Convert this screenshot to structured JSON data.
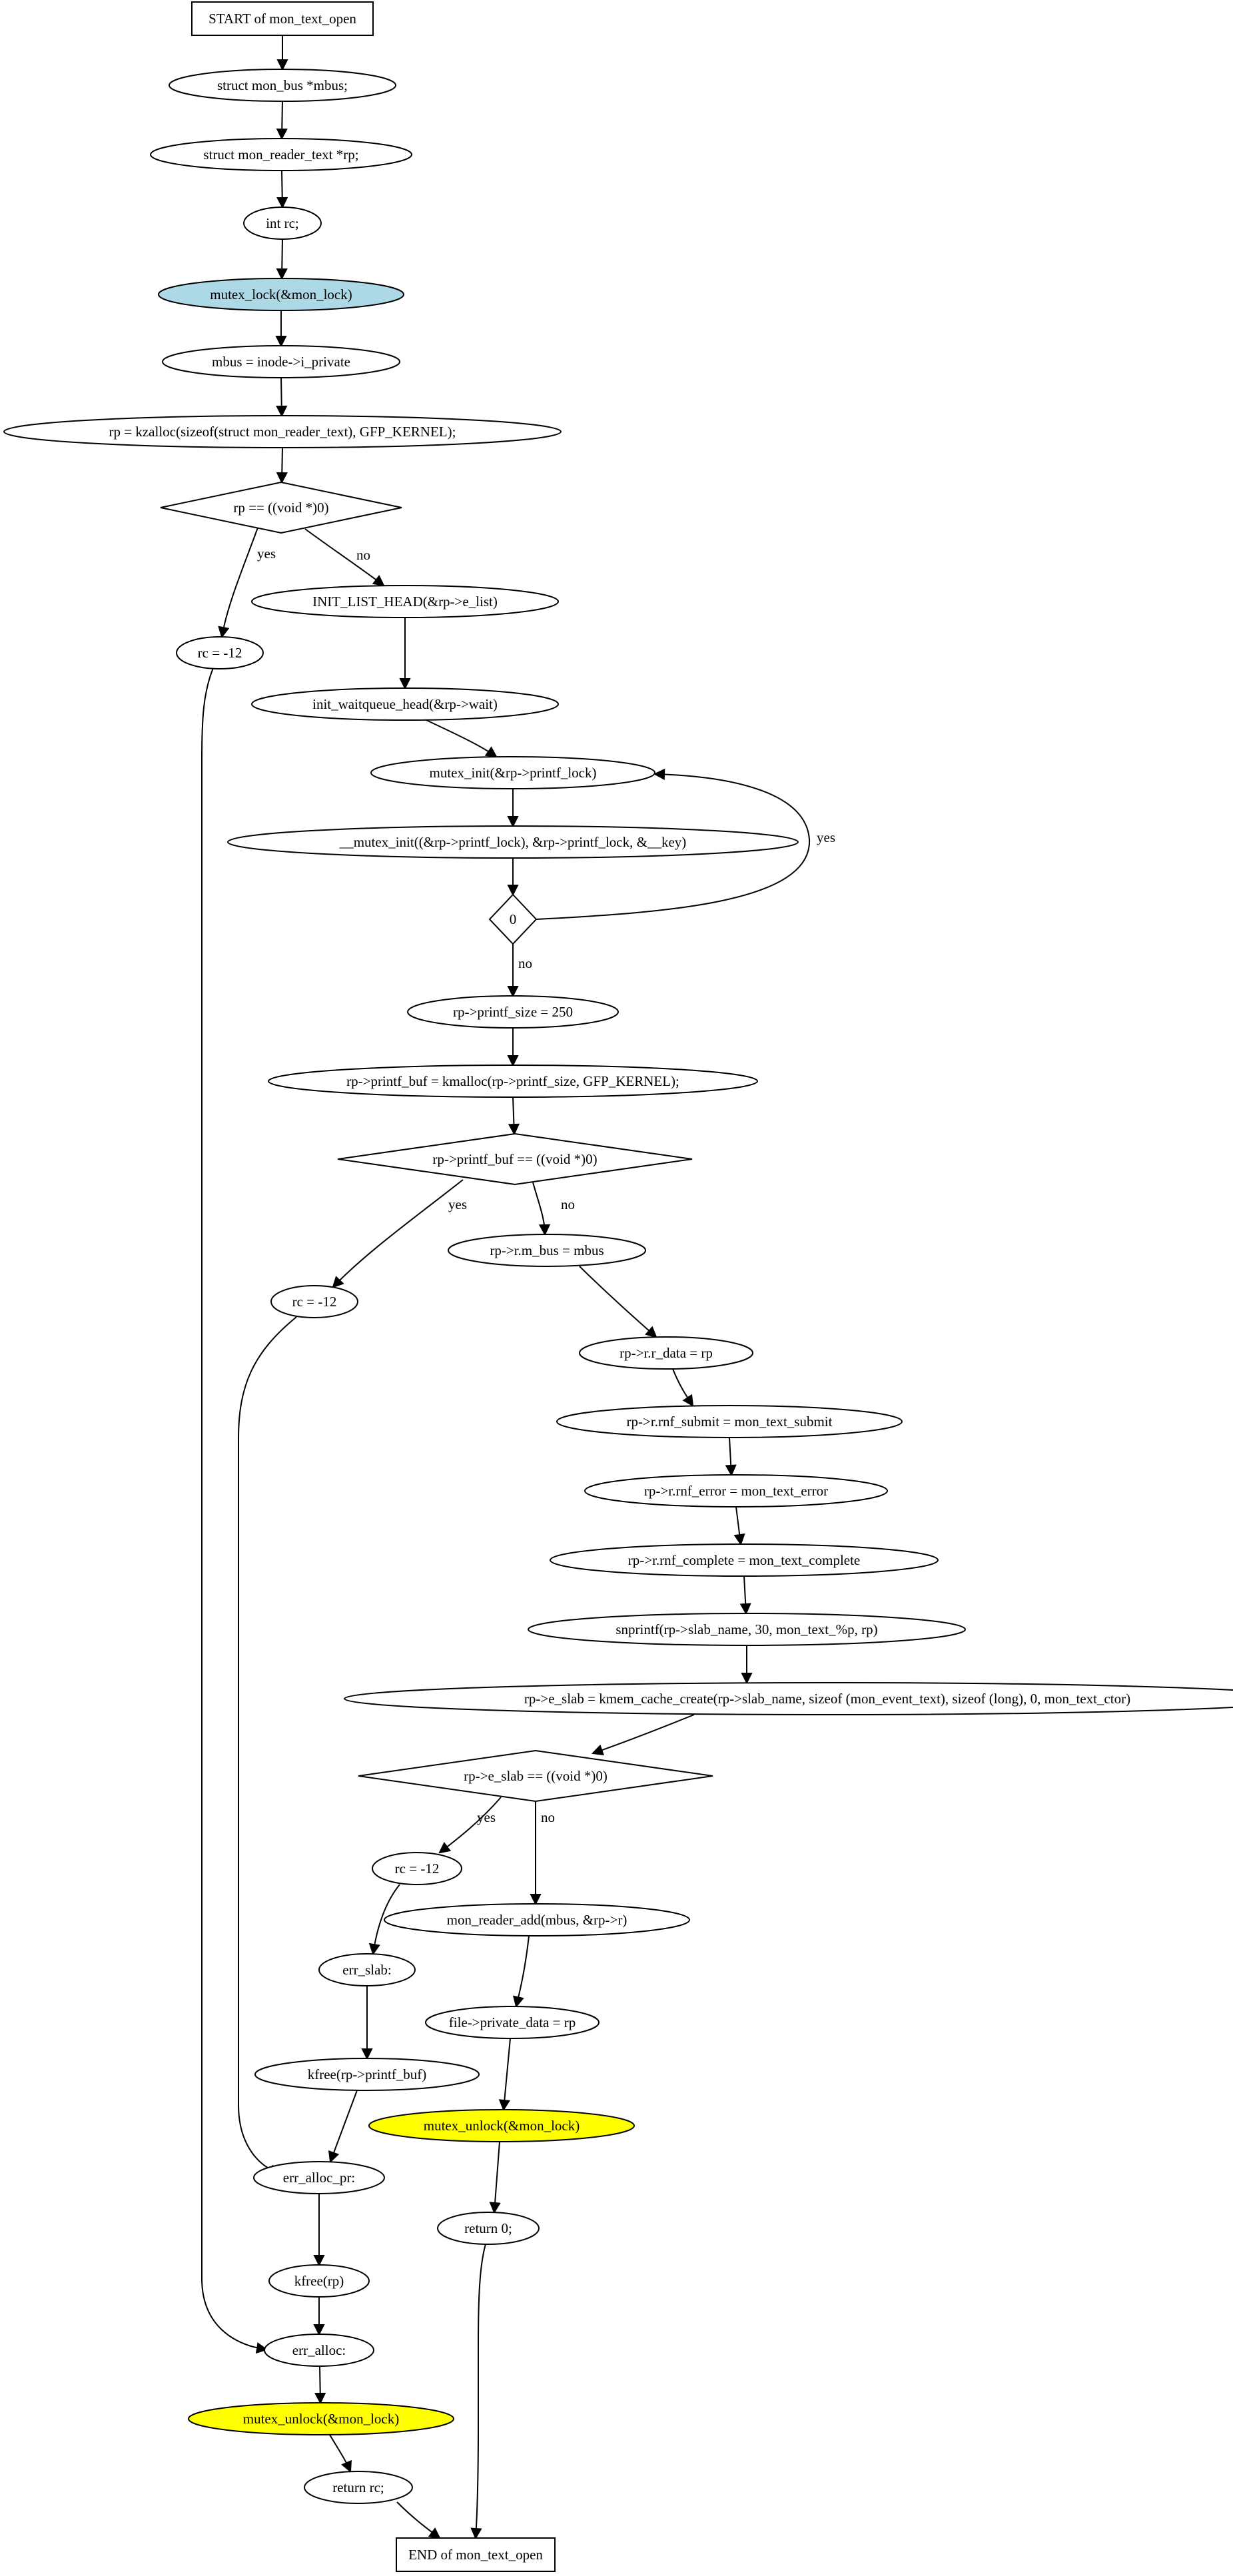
{
  "colors": {
    "background": "#ffffff",
    "default_fill": "#ffffff",
    "lock_fill": "#add8e6",
    "unlock_fill": "#ffff00",
    "stroke": "#000000"
  },
  "nodes": [
    {
      "id": "start",
      "shape": "box",
      "label": "START of mon_text_open"
    },
    {
      "id": "n1",
      "shape": "ellipse",
      "label": "struct mon_bus *mbus;"
    },
    {
      "id": "n2",
      "shape": "ellipse",
      "label": "struct mon_reader_text *rp;"
    },
    {
      "id": "n3",
      "shape": "ellipse",
      "label": "int rc;"
    },
    {
      "id": "n4",
      "shape": "ellipse",
      "label": "mutex_lock(&mon_lock)",
      "fill": "lock_fill"
    },
    {
      "id": "n5",
      "shape": "ellipse",
      "label": "mbus = inode->i_private"
    },
    {
      "id": "n6",
      "shape": "ellipse",
      "label": "rp = kzalloc(sizeof(struct mon_reader_text), GFP_KERNEL);"
    },
    {
      "id": "d1",
      "shape": "diamond",
      "label": "rp == ((void *)0)"
    },
    {
      "id": "n7",
      "shape": "ellipse",
      "label": "INIT_LIST_HEAD(&rp->e_list)"
    },
    {
      "id": "n8",
      "shape": "ellipse",
      "label": "rc = -12"
    },
    {
      "id": "n9",
      "shape": "ellipse",
      "label": "init_waitqueue_head(&rp->wait)"
    },
    {
      "id": "n10",
      "shape": "ellipse",
      "label": "mutex_init(&rp->printf_lock)"
    },
    {
      "id": "n11",
      "shape": "ellipse",
      "label": "__mutex_init((&rp->printf_lock), &rp->printf_lock, &__key)"
    },
    {
      "id": "d2",
      "shape": "diamond",
      "label": "0"
    },
    {
      "id": "n12",
      "shape": "ellipse",
      "label": "rp->printf_size = 250"
    },
    {
      "id": "n13",
      "shape": "ellipse",
      "label": "rp->printf_buf = kmalloc(rp->printf_size, GFP_KERNEL);"
    },
    {
      "id": "d3",
      "shape": "diamond",
      "label": "rp->printf_buf == ((void *)0)"
    },
    {
      "id": "n14",
      "shape": "ellipse",
      "label": "rp->r.m_bus = mbus"
    },
    {
      "id": "n15",
      "shape": "ellipse",
      "label": "rc = -12"
    },
    {
      "id": "n16",
      "shape": "ellipse",
      "label": "rp->r.r_data = rp"
    },
    {
      "id": "n17",
      "shape": "ellipse",
      "label": "rp->r.rnf_submit = mon_text_submit"
    },
    {
      "id": "n18",
      "shape": "ellipse",
      "label": "rp->r.rnf_error = mon_text_error"
    },
    {
      "id": "n19",
      "shape": "ellipse",
      "label": "rp->r.rnf_complete = mon_text_complete"
    },
    {
      "id": "n20",
      "shape": "ellipse",
      "label": "snprintf(rp->slab_name, 30, mon_text_%p, rp)"
    },
    {
      "id": "n21",
      "shape": "ellipse",
      "label": "rp->e_slab = kmem_cache_create(rp->slab_name, sizeof (mon_event_text), sizeof (long), 0, mon_text_ctor)"
    },
    {
      "id": "d4",
      "shape": "diamond",
      "label": "rp->e_slab == ((void *)0)"
    },
    {
      "id": "n22",
      "shape": "ellipse",
      "label": "rc = -12"
    },
    {
      "id": "n23",
      "shape": "ellipse",
      "label": "mon_reader_add(mbus, &rp->r)"
    },
    {
      "id": "n24",
      "shape": "ellipse",
      "label": "err_slab:"
    },
    {
      "id": "n25",
      "shape": "ellipse",
      "label": "file->private_data = rp"
    },
    {
      "id": "n26",
      "shape": "ellipse",
      "label": "kfree(rp->printf_buf)"
    },
    {
      "id": "n27",
      "shape": "ellipse",
      "label": "mutex_unlock(&mon_lock)",
      "fill": "unlock_fill"
    },
    {
      "id": "n28",
      "shape": "ellipse",
      "label": "err_alloc_pr:"
    },
    {
      "id": "n29",
      "shape": "ellipse",
      "label": "return 0;"
    },
    {
      "id": "n30",
      "shape": "ellipse",
      "label": "kfree(rp)"
    },
    {
      "id": "n31",
      "shape": "ellipse",
      "label": "err_alloc:"
    },
    {
      "id": "n32",
      "shape": "ellipse",
      "label": "mutex_unlock(&mon_lock)",
      "fill": "unlock_fill"
    },
    {
      "id": "n33",
      "shape": "ellipse",
      "label": "return rc;"
    },
    {
      "id": "end",
      "shape": "box",
      "label": "END of mon_text_open"
    }
  ],
  "edges": [
    {
      "from": "start",
      "to": "n1",
      "label": ""
    },
    {
      "from": "n1",
      "to": "n2",
      "label": ""
    },
    {
      "from": "n2",
      "to": "n3",
      "label": ""
    },
    {
      "from": "n3",
      "to": "n4",
      "label": ""
    },
    {
      "from": "n4",
      "to": "n5",
      "label": ""
    },
    {
      "from": "n5",
      "to": "n6",
      "label": ""
    },
    {
      "from": "n6",
      "to": "d1",
      "label": ""
    },
    {
      "from": "d1",
      "to": "n8",
      "label": "yes"
    },
    {
      "from": "d1",
      "to": "n7",
      "label": "no"
    },
    {
      "from": "n7",
      "to": "n9",
      "label": ""
    },
    {
      "from": "n9",
      "to": "n10",
      "label": ""
    },
    {
      "from": "n10",
      "to": "n11",
      "label": ""
    },
    {
      "from": "n11",
      "to": "d2",
      "label": ""
    },
    {
      "from": "d2",
      "to": "n10",
      "label": "yes"
    },
    {
      "from": "d2",
      "to": "n12",
      "label": "no"
    },
    {
      "from": "n12",
      "to": "n13",
      "label": ""
    },
    {
      "from": "n13",
      "to": "d3",
      "label": ""
    },
    {
      "from": "d3",
      "to": "n15",
      "label": "yes"
    },
    {
      "from": "d3",
      "to": "n14",
      "label": "no"
    },
    {
      "from": "n14",
      "to": "n16",
      "label": ""
    },
    {
      "from": "n16",
      "to": "n17",
      "label": ""
    },
    {
      "from": "n17",
      "to": "n18",
      "label": ""
    },
    {
      "from": "n18",
      "to": "n19",
      "label": ""
    },
    {
      "from": "n19",
      "to": "n20",
      "label": ""
    },
    {
      "from": "n20",
      "to": "n21",
      "label": ""
    },
    {
      "from": "n21",
      "to": "d4",
      "label": ""
    },
    {
      "from": "d4",
      "to": "n22",
      "label": "yes"
    },
    {
      "from": "d4",
      "to": "n23",
      "label": "no"
    },
    {
      "from": "n22",
      "to": "n24",
      "label": ""
    },
    {
      "from": "n23",
      "to": "n25",
      "label": ""
    },
    {
      "from": "n24",
      "to": "n26",
      "label": ""
    },
    {
      "from": "n25",
      "to": "n27",
      "label": ""
    },
    {
      "from": "n26",
      "to": "n28",
      "label": ""
    },
    {
      "from": "n15",
      "to": "n28",
      "label": ""
    },
    {
      "from": "n27",
      "to": "n29",
      "label": ""
    },
    {
      "from": "n28",
      "to": "n30",
      "label": ""
    },
    {
      "from": "n30",
      "to": "n31",
      "label": ""
    },
    {
      "from": "n8",
      "to": "n31",
      "label": ""
    },
    {
      "from": "n31",
      "to": "n32",
      "label": ""
    },
    {
      "from": "n32",
      "to": "n33",
      "label": ""
    },
    {
      "from": "n33",
      "to": "end",
      "label": ""
    },
    {
      "from": "n29",
      "to": "end",
      "label": ""
    }
  ]
}
